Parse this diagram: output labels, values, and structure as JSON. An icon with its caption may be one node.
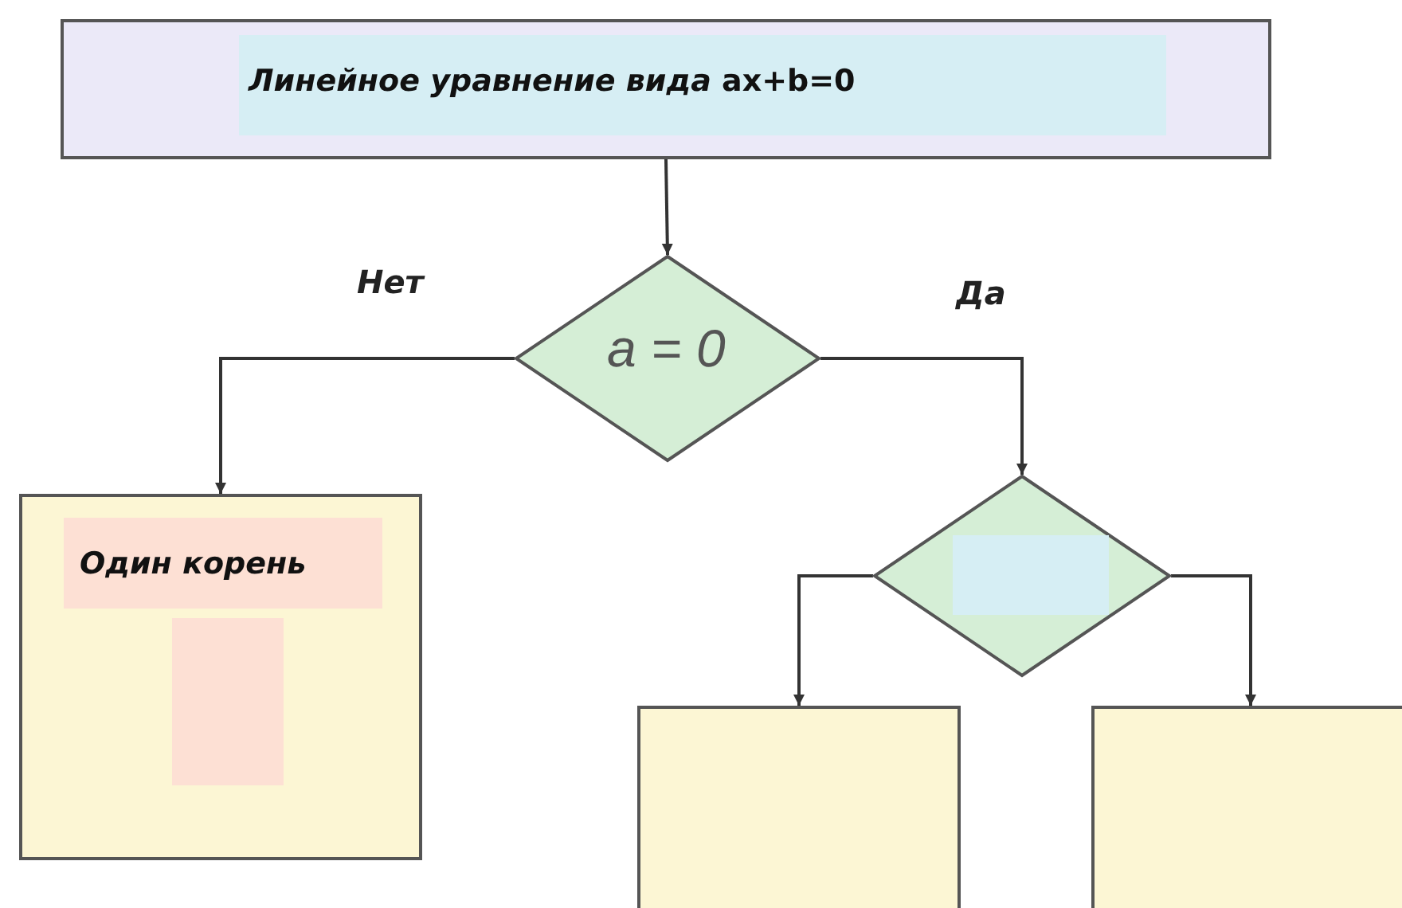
{
  "diagram": {
    "nodes": [
      {
        "text": [
          "*Линейное уравнение вида* **ax+b=0**"
        ]
      },
      {
        "text": [
          "a = 0"
        ]
      },
      {
        "text": [
          "Один корень"
        ]
      },
      {
        "text": [],
        "shape": "diamond"
      },
      {
        "text": [],
        "shape": "box"
      },
      {
        "text": [],
        "shape": "box"
      }
    ],
    "edges": [
      {
        "from": 0,
        "to": 1,
        "arrow": "to"
      },
      {
        "from": 1,
        "to": 2,
        "arrow": "to",
        "label": "Нет"
      },
      {
        "from": 1,
        "to": 3,
        "arrow": "to",
        "label": "Да"
      },
      {
        "from": 3,
        "to": 4,
        "arrow": "to"
      },
      {
        "from": 3,
        "to": 5,
        "arrow": "to"
      }
    ]
  }
}
